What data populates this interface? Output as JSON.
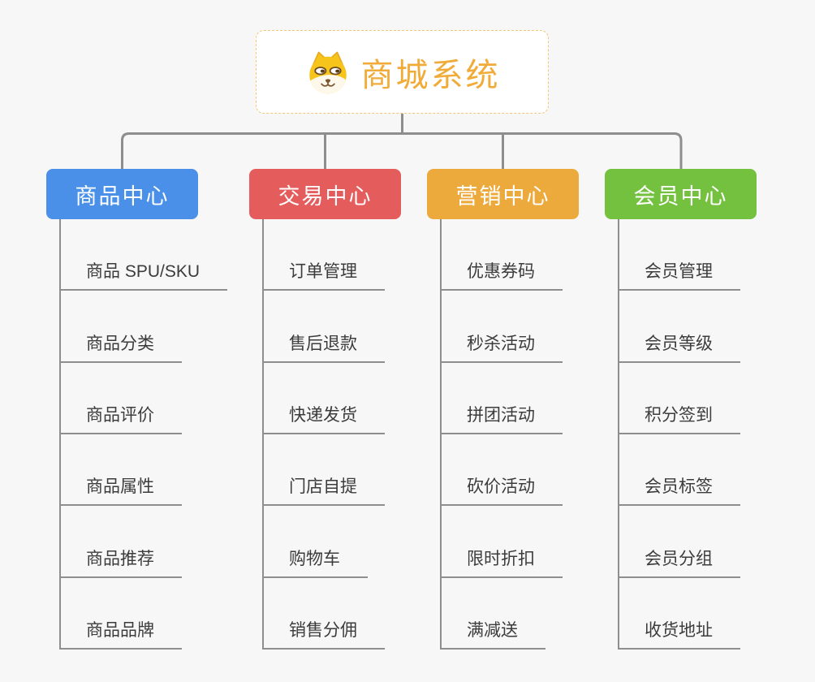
{
  "canvas": {
    "background": "#f7f7f7",
    "line_color": "#8e8e8e",
    "item_text_color": "#3c3c3c"
  },
  "root": {
    "title": "商城系统",
    "icon": "dog-icon",
    "accent_color": "#f0ab38",
    "border_color": "#f2c675",
    "background": "#ffffff"
  },
  "branches": [
    {
      "label": "商品中心",
      "color": "#4a90e8",
      "items": [
        "商品 SPU/SKU",
        "商品分类",
        "商品评价",
        "商品属性",
        "商品推荐",
        "商品品牌"
      ]
    },
    {
      "label": "交易中心",
      "color": "#e45c5c",
      "items": [
        "订单管理",
        "售后退款",
        "快递发货",
        "门店自提",
        "购物车",
        "销售分佣"
      ]
    },
    {
      "label": "营销中心",
      "color": "#ecaa3d",
      "items": [
        "优惠券码",
        "秒杀活动",
        "拼团活动",
        "砍价活动",
        "限时折扣",
        "满减送"
      ]
    },
    {
      "label": "会员中心",
      "color": "#74c13f",
      "items": [
        "会员管理",
        "会员等级",
        "积分签到",
        "会员标签",
        "会员分组",
        "收货地址"
      ]
    }
  ]
}
